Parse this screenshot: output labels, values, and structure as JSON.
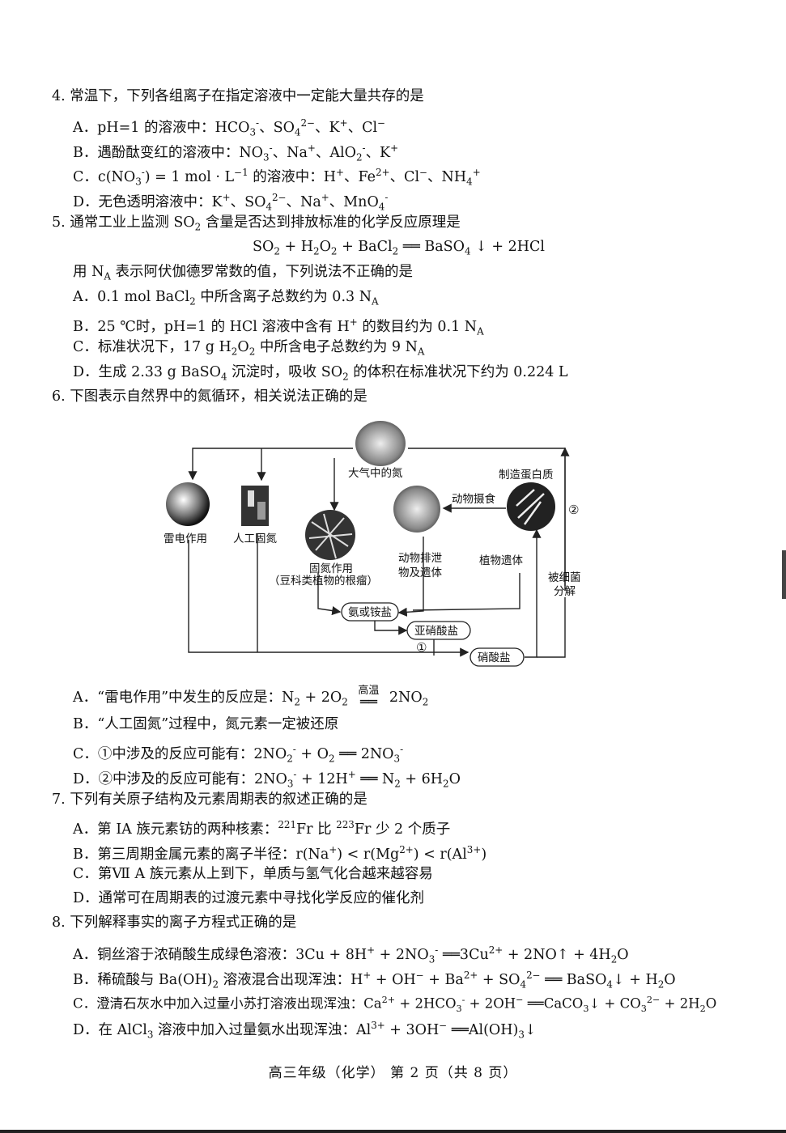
{
  "q4": {
    "stem": "4.  常温下，下列各组离子在指定溶液中一定能大量共存的是",
    "A": [
      "A．pH=1 的溶液中：HCO",
      "3",
      "-",
      "、SO",
      "4",
      "2−",
      "、K",
      "+",
      "、Cl",
      "−"
    ],
    "B": [
      "B．遇酚酞变红的溶液中：NO",
      "3",
      "-",
      "、Na",
      "+",
      "、AlO",
      "2",
      "-",
      "、K",
      "+"
    ],
    "C": [
      "C．c(NO",
      "3",
      "-",
      ") = 1 mol · L",
      "−1",
      " 的溶液中：H",
      "+",
      "、Fe",
      "2+",
      "、Cl",
      "−",
      "、NH",
      "4",
      "+"
    ],
    "D": [
      "D．无色透明溶液中：K",
      "+",
      "、SO",
      "4",
      "2−",
      "、Na",
      "+",
      "、MnO",
      "4",
      "-"
    ]
  },
  "q5": {
    "stem": [
      "5.  通常工业上监测 SO",
      "2",
      " 含量是否达到排放标准的化学反应原理是"
    ],
    "eq": [
      "SO",
      "2",
      " + H",
      "2",
      "O",
      "2",
      " + BaCl",
      "2",
      " ══ BaSO",
      "4",
      " ↓ + 2HCl"
    ],
    "sub": [
      "用 N",
      "A",
      " 表示阿伏伽德罗常数的值，下列说法不正确的是"
    ],
    "A": [
      "A．0.1 mol BaCl",
      "2",
      " 中所含离子总数约为 0.3 N",
      "A"
    ],
    "B": [
      "B．25 ℃时，pH=1 的 HCl 溶液中含有 H",
      "+",
      " 的数目约为 0.1 N",
      "A"
    ],
    "C": [
      "C．标准状况下，17 g H",
      "2",
      "O",
      "2",
      " 中所含电子总数约为 9 N",
      "A"
    ],
    "D": [
      "D．生成 2.33 g BaSO",
      "4",
      " 沉淀时，吸收 SO",
      "2",
      " 的体积在标准状况下约为 0.224 L"
    ]
  },
  "q6": {
    "stem": "6.  下图表示自然界中的氮循环，相关说法正确的是",
    "diagram": {
      "atmosphere": "大气中的氮",
      "lightning": "雷电作用",
      "artificial": "人工固氮",
      "fixation1": "固氮作用",
      "fixation2": "（豆科类植物的根瘤）",
      "animal_waste1": "动物排泄",
      "animal_waste2": "物及遗体",
      "animal_eat": "动物摄食",
      "protein": "制造蛋白质",
      "plant_remains": "植物遗体",
      "bacteria1": "被细菌",
      "bacteria2": "分解",
      "ammonia": "氨或铵盐",
      "nitrite": "亚硝酸盐",
      "nitrate": "硝酸盐",
      "mark1": "①",
      "mark2": "②"
    },
    "A": [
      "A．“雷电作用”中发生的反应是：N",
      "2",
      " + 2O",
      "2",
      " ",
      "高温",
      " 2NO",
      "2"
    ],
    "B": "B．“人工固氮”过程中，氮元素一定被还原",
    "C": [
      "C．①中涉及的反应可能有：2NO",
      "2",
      "-",
      " + O",
      "2",
      " ══ 2NO",
      "3",
      "-"
    ],
    "D": [
      "D．②中涉及的反应可能有：2NO",
      "3",
      "-",
      " + 12H",
      "+",
      " ══ N",
      "2",
      " + 6H",
      "2",
      "O"
    ]
  },
  "q7": {
    "stem": "7.  下列有关原子结构及元素周期表的叙述正确的是",
    "A": [
      "A．第 IA 族元素钫的两种核素：",
      "221",
      "Fr 比 ",
      "223",
      "Fr 少 2 个质子"
    ],
    "B": [
      "B．第三周期金属元素的离子半径：r(Na",
      "+",
      ") < r(Mg",
      "2+",
      ") < r(Al",
      "3+",
      ")"
    ],
    "C": "C．第Ⅶ A 族元素从上到下，单质与氢气化合越来越容易",
    "D": "D．通常可在周期表的过渡元素中寻找化学反应的催化剂"
  },
  "q8": {
    "stem": "8.  下列解释事实的离子方程式正确的是",
    "A": [
      "A．铜丝溶于浓硝酸生成绿色溶液：3Cu + 8H",
      "+",
      " + 2NO",
      "3",
      "-",
      " ══3Cu",
      "2+",
      " + 2NO↑ + 4H",
      "2",
      "O"
    ],
    "B": [
      "B．稀硫酸与 Ba(OH)",
      "2",
      " 溶液混合出现浑浊：H",
      "+",
      " + OH",
      "−",
      " + Ba",
      "2+",
      " + SO",
      "4",
      "2−",
      " ══ BaSO",
      "4",
      "↓ + H",
      "2",
      "O"
    ],
    "C": [
      "C．澄清石灰水中加入过量小苏打溶液出现浑浊：Ca",
      "2+",
      " + 2HCO",
      "3",
      "-",
      " + 2OH",
      "−",
      " ══CaCO",
      "3",
      "↓ + CO",
      "3",
      "2−",
      " + 2H",
      "2",
      "O"
    ],
    "D": [
      "D．在 AlCl",
      "3",
      " 溶液中加入过量氨水出现浑浊：Al",
      "3+",
      " + 3OH",
      "−",
      " ══Al(OH)",
      "3",
      "↓"
    ]
  },
  "footer": "高三年级（化学）  第 2 页（共 8 页）"
}
